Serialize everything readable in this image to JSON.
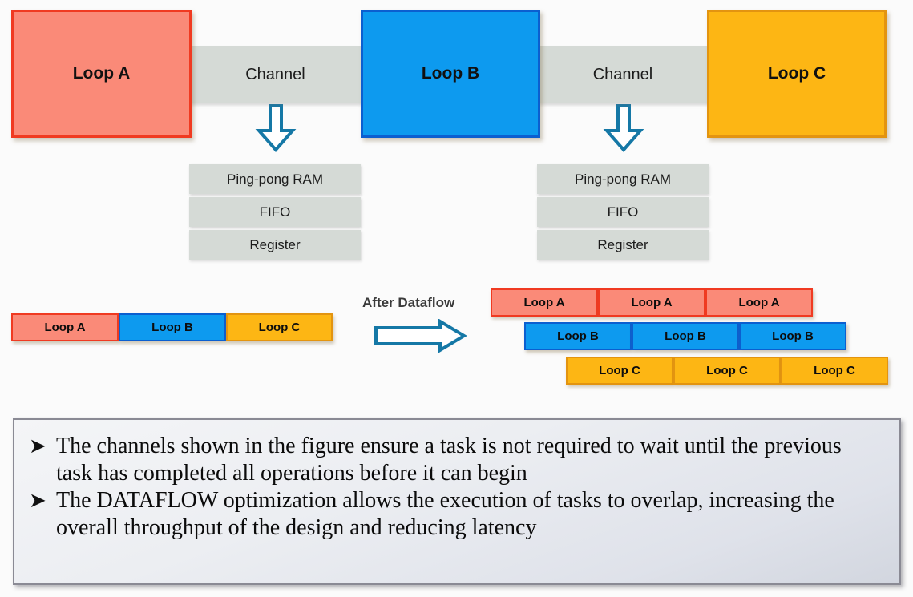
{
  "diagram": {
    "title_semantic": "vivado-hls-dataflow-channel-diagram",
    "colors": {
      "loop_a_fill": "#fa8a78",
      "loop_a_border": "#f03a21",
      "loop_b_fill": "#0d9aef",
      "loop_b_border": "#0b5fd0",
      "loop_c_fill": "#fdb614",
      "loop_c_border": "#e39410",
      "channel_fill": "#d5dad6",
      "arrow_stroke": "#1578a6",
      "panel_border": "#8a8a94",
      "label_text": "#3a3a3a"
    },
    "top_row": {
      "blocks": [
        {
          "label": "Loop A",
          "kind": "loop-a"
        },
        {
          "label": "Loop B",
          "kind": "loop-b"
        },
        {
          "label": "Loop C",
          "kind": "loop-c"
        }
      ],
      "channels": [
        {
          "label": "Channel"
        },
        {
          "label": "Channel"
        }
      ]
    },
    "channel_detail": {
      "arrow_icon": "down-arrow-icon",
      "items": [
        {
          "label": "Ping-pong RAM"
        },
        {
          "label": "FIFO"
        },
        {
          "label": "Register"
        }
      ],
      "items_right": [
        {
          "label": "Ping-pong RAM"
        },
        {
          "label": "FIFO"
        },
        {
          "label": "Register"
        }
      ]
    },
    "timeline": {
      "before": {
        "bars": [
          {
            "label": "Loop A",
            "kind": "tl-a"
          },
          {
            "label": "Loop B",
            "kind": "tl-b"
          },
          {
            "label": "Loop C",
            "kind": "tl-c"
          }
        ]
      },
      "transition": {
        "label": "After Dataflow",
        "arrow_icon": "right-arrow-icon"
      },
      "after": {
        "rows": [
          {
            "kind": "tl-a",
            "bars": [
              {
                "label": "Loop A"
              },
              {
                "label": "Loop A"
              },
              {
                "label": "Loop A"
              }
            ]
          },
          {
            "kind": "tl-b",
            "bars": [
              {
                "label": "Loop B"
              },
              {
                "label": "Loop B"
              },
              {
                "label": "Loop B"
              }
            ]
          },
          {
            "kind": "tl-c",
            "bars": [
              {
                "label": "Loop C"
              },
              {
                "label": "Loop C"
              },
              {
                "label": "Loop C"
              }
            ]
          }
        ]
      }
    },
    "notes": {
      "bullet_glyph": "➤",
      "items": [
        "The channels shown in the figure ensure a task is not required to wait until the previous task has completed all operations before it can begin",
        "The DATAFLOW optimization allows the execution of tasks to overlap, increasing the overall throughput of the design and reducing latency"
      ]
    }
  }
}
